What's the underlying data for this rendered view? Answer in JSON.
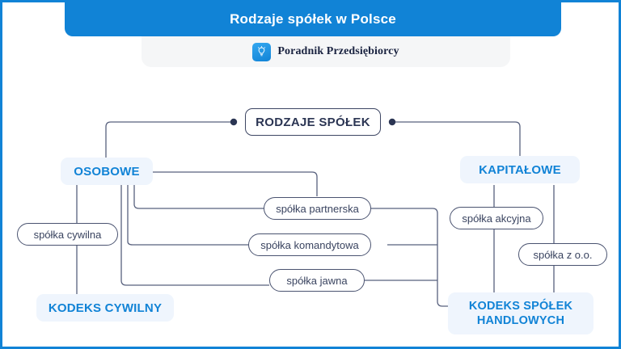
{
  "header": {
    "title": "Rodzaje spółek w Polsce",
    "brand_name": "Poradnik Przedsiębiorcy",
    "brand_icon": "lightbulb-icon",
    "bar_color": "#1183d6",
    "brand_bar_color": "#f5f6f7"
  },
  "frame": {
    "border_color": "#1183d6",
    "background": "#ffffff"
  },
  "diagram": {
    "root": {
      "label": "RODZAJE SPÓŁEK",
      "text_color": "#2b3553",
      "border_color": "#3d4663"
    },
    "branches": [
      {
        "label": "OSOBOWE",
        "text_color": "#1183d6",
        "background": "#eff5fd"
      },
      {
        "label": "KAPITAŁOWE",
        "text_color": "#1183d6",
        "background": "#eff5fd"
      }
    ],
    "company_types": [
      {
        "label": "spółka cywilna"
      },
      {
        "label": "spółka partnerska"
      },
      {
        "label": "spółka komandytowa"
      },
      {
        "label": "spółka jawna"
      },
      {
        "label": "spółka akcyjna"
      },
      {
        "label": "spółka z o.o."
      }
    ],
    "codes": [
      {
        "label": "KODEKS CYWILNY",
        "text_color": "#1183d6",
        "background": "#eff5fd"
      },
      {
        "label_line1": "KODEKS SPÓŁEK",
        "label_line2": "HANDLOWYCH",
        "text_color": "#1183d6",
        "background": "#eff5fd"
      }
    ],
    "connector_color": "#58617e"
  }
}
